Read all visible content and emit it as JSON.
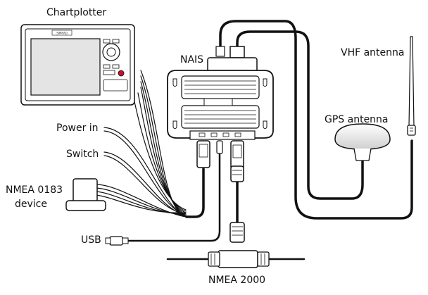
{
  "labels": {
    "chartplotter": "Chartplotter",
    "nais": "NAIS",
    "vhf_antenna": "VHF antenna",
    "gps_antenna": "GPS antenna",
    "power_in": "Power in",
    "switch": "Switch",
    "nmea0183_line1": "NMEA 0183",
    "nmea0183_line2": "device",
    "usb": "USB",
    "nmea2000": "NMEA 2000"
  },
  "chartplotter_brand": "SIMRAD",
  "colors": {
    "line": "#111111",
    "screen": "#e4e4e4",
    "body": "#ffffff",
    "power_button": "#c8102e"
  }
}
